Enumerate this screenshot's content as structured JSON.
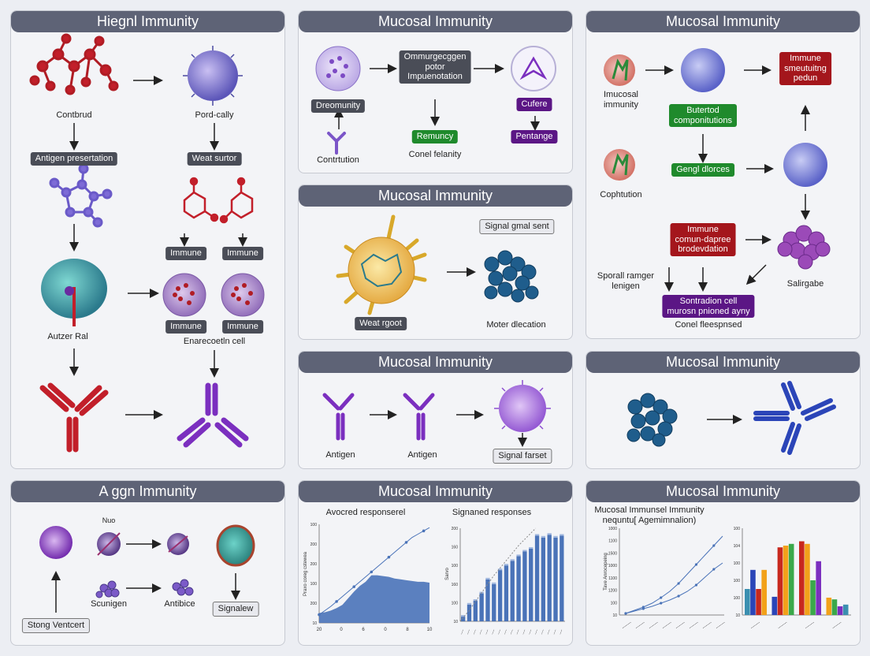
{
  "panels": {
    "p1": {
      "title": "Hiegnl Immunity",
      "labels": {
        "contbrud": "Contbrud",
        "pordcally": "Pord-cally",
        "antigen_presentation": "Antigen presertation",
        "weat_surtor": "Weat surtor",
        "immune_a": "Immune",
        "immune_b": "Immune",
        "immune_c": "Immune",
        "immune_d": "Immune",
        "autzer_ral": "Autzer Ral",
        "enarecoetln_cell": "Enarecoetln cell"
      }
    },
    "p2": {
      "title": "Mucosal Immunity",
      "labels": {
        "center_box": "Ommurgecggen\npotor\nImpuenotation",
        "dreomunity": "Dreomunity",
        "contrtution": "Contrtution",
        "remuncy": "Remuncy",
        "conel_felanity": "Conel felanity",
        "cufere": "Cufere",
        "pentange": "Pentange"
      }
    },
    "p3": {
      "title": "Mucosal Immunity",
      "labels": {
        "imucosal": "Imucosal\nimmunity",
        "immune_red": "Immune\nsmeutuitng\npedun",
        "buterted": "Butertod\ncomponitutions",
        "cophtution": "Cophtution",
        "gengl_dlorces": "Gengl dlorces",
        "immune_red2": "Immune\ncomun-dapree\nbrodevdation",
        "sporall": "Sporall ramger\nlenigen",
        "sortradion": "Sontradion cell\nmurosn pnioned ayny",
        "salirgabe": "Salirgabe",
        "conel_fleespnsed": "Conel fleespnsed"
      }
    },
    "p4": {
      "title": "Mucosal Immunity",
      "labels": {
        "signal_gmal": "Signal gmal sent",
        "weat_rgoot": "Weat rgoot",
        "moter_dlecation": "Moter dlecation"
      }
    },
    "p5": {
      "title": "Mucosal Immunity",
      "labels": {
        "antigen1": "Antigen",
        "antigen2": "Antigen",
        "signal_farset": "Signal farset"
      }
    },
    "p6": {
      "title": "Mucosal Immunity"
    },
    "p7": {
      "title": "A ggn Immunity",
      "labels": {
        "nuo": "Nuo",
        "scunigen": "Scunigen",
        "antibice": "Antibice",
        "stong_ventcert": "Stong Ventcert",
        "signalew": "Signalew"
      }
    },
    "p8": {
      "title": "Mucosal Immunity",
      "labels": {
        "ylabel1": "Praxo coreg cstewea",
        "ylabel2": "Sarvo"
      }
    },
    "p9": {
      "title": "Mucosal Immunity",
      "labels": {
        "ylabel": "Tave Anrocepeing"
      }
    }
  },
  "colors": {
    "title_bar": "#5e6376",
    "bar_blue": "#4a73b8",
    "green": "#1f8a2c",
    "red": "#a4161c",
    "purple": "#5b1685"
  },
  "chart_data": [
    {
      "type": "area",
      "title": "Avocred responserel",
      "x": [
        0,
        1,
        2,
        3,
        4,
        5,
        6,
        7,
        8,
        9,
        10,
        11,
        12,
        13,
        14,
        15,
        16,
        17,
        18,
        19
      ],
      "series": [
        {
          "values": [
            12,
            13,
            15,
            18,
            22,
            30,
            38,
            45,
            50,
            58,
            58,
            57,
            56,
            54,
            53,
            52,
            51,
            50,
            50,
            49
          ]
        },
        {
          "values": [
            10,
            15,
            20,
            26,
            32,
            38,
            44,
            50,
            56,
            62,
            68,
            74,
            80,
            86,
            92,
            98,
            104,
            108,
            112,
            116
          ]
        }
      ],
      "x_ticks": [
        "20",
        "0",
        "6",
        "0",
        "8",
        "10"
      ],
      "y_ticks": [
        "100",
        "200",
        "200",
        "100",
        "200",
        "10"
      ]
    },
    {
      "type": "bar",
      "title": "Signaned responses",
      "values": [
        5,
        18,
        22,
        30,
        45,
        40,
        55,
        60,
        65,
        70,
        75,
        78,
        92,
        90,
        93,
        90,
        92
      ],
      "series": [
        {
          "values": [
            5,
            18,
            22,
            30,
            45,
            40,
            55,
            60,
            65,
            70,
            75,
            78,
            92,
            90,
            93,
            90,
            92
          ]
        },
        {
          "values": [
            0,
            12,
            26,
            40,
            54,
            66,
            78,
            90,
            100,
            110
          ]
        }
      ],
      "y_ticks": [
        "200",
        "160",
        "100",
        "160",
        "100",
        "10"
      ]
    },
    {
      "type": "line",
      "title": "Mucosal Immunsel Immunity\nnequntu[ Agemimnalion)",
      "series": [
        {
          "values": [
            2,
            6,
            10,
            15,
            22,
            30,
            40,
            52,
            64,
            76,
            88,
            100
          ]
        },
        {
          "values": [
            2,
            5,
            8,
            11,
            15,
            19,
            24,
            30,
            38,
            48,
            58,
            66
          ]
        }
      ],
      "y_ticks": [
        "1000",
        "1100",
        "1500",
        "1000",
        "1100",
        "1200",
        "100",
        "10"
      ]
    },
    {
      "type": "bar",
      "title": "",
      "groups": [
        [
          30,
          52,
          30,
          52
        ],
        [
          21,
          78,
          80,
          82
        ],
        [
          85,
          82,
          40,
          62
        ],
        [
          20,
          18,
          10,
          12
        ]
      ],
      "y_ticks": [
        "100",
        "104",
        "100",
        "100",
        "100",
        "10"
      ]
    }
  ]
}
